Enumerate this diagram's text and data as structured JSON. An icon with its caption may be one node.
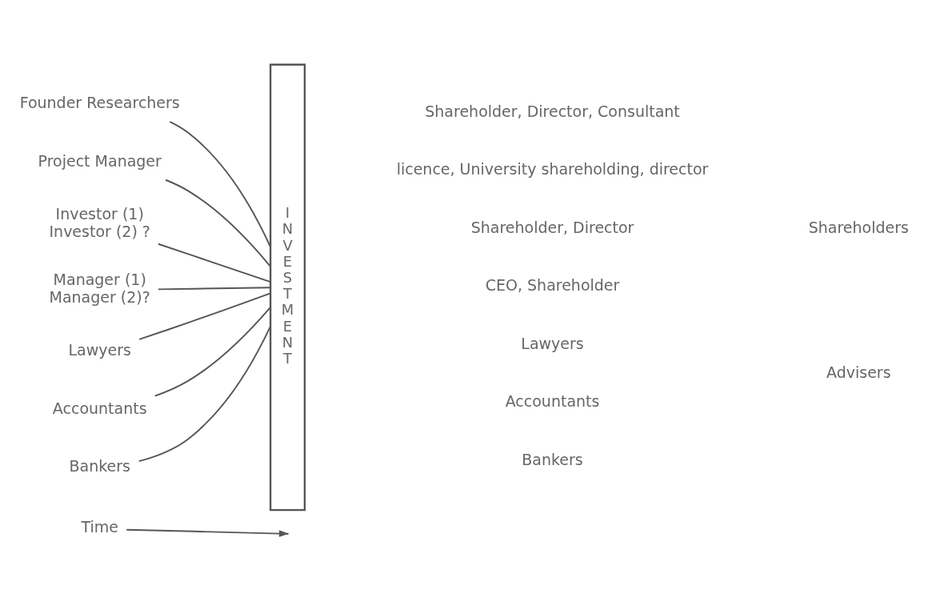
{
  "diagram": {
    "nodes": [
      {
        "text": [
          "Founder Researchers"
        ]
      },
      {
        "text": [
          "Project Manager"
        ]
      },
      {
        "text": [
          "Investor (1)",
          "Investor (2) ?"
        ]
      },
      {
        "text": [
          "Manager (1)",
          "Manager (2)?"
        ]
      },
      {
        "text": [
          "Lawyers"
        ]
      },
      {
        "text": [
          "Accountants"
        ]
      },
      {
        "text": [
          "Bankers"
        ]
      },
      {
        "text": [
          "INVESTMENT"
        ]
      }
    ],
    "edges": [
      {
        "from": 0,
        "to": 7,
        "arrow": "none"
      },
      {
        "from": 1,
        "to": 7,
        "arrow": "none"
      },
      {
        "from": 2,
        "to": 7,
        "arrow": "none"
      },
      {
        "from": 3,
        "to": 7,
        "arrow": "none"
      },
      {
        "from": 4,
        "to": 7,
        "arrow": "none"
      },
      {
        "from": 5,
        "to": 7,
        "arrow": "none"
      },
      {
        "from": 6,
        "to": 7,
        "arrow": "none"
      }
    ],
    "labels": [
      "Shareholder, Director, Consultant",
      "licence, University shareholding, director",
      "Shareholder, Director",
      "CEO, Shareholder",
      "Lawyers",
      "Accountants",
      "Bankers",
      "Shareholders",
      "Advisers",
      "Time"
    ]
  }
}
